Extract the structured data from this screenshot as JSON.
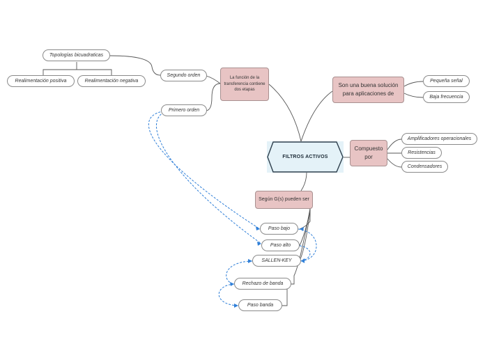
{
  "map": {
    "central": "FILTROS ACTIVOS",
    "transfer": "La función de la transferencia contiene dos etapas",
    "solution": "Son una buena solución para aplicaciones de",
    "composed": "Compuesto por",
    "gs": "Según G(s) pueden ser",
    "second_order": "Segundo orden",
    "first_order": "Primero orden",
    "biquad": "Topologías bicuadraticas",
    "pos_feedback": "Realimentación positiva",
    "neg_feedback": "Realimentación negativa",
    "small_signal": "Pequeña señal",
    "low_freq": "Baja frecuencia",
    "opamps": "Amplificadores operacionales",
    "resistors": "Resistencias",
    "capacitors": "Condensadores",
    "lowpass": "Paso bajo",
    "highpass": "Paso alto",
    "sallen_key": "SALLEN-KEY",
    "bandstop": "Rechazo de banda",
    "bandpass": "Paso banda"
  },
  "colors": {
    "central_fill": "#e4f2f8",
    "central_stroke": "#2e3f4d",
    "topic_fill": "#e8c4c4",
    "connector": "#555555",
    "relation": "#2f7fd8"
  }
}
